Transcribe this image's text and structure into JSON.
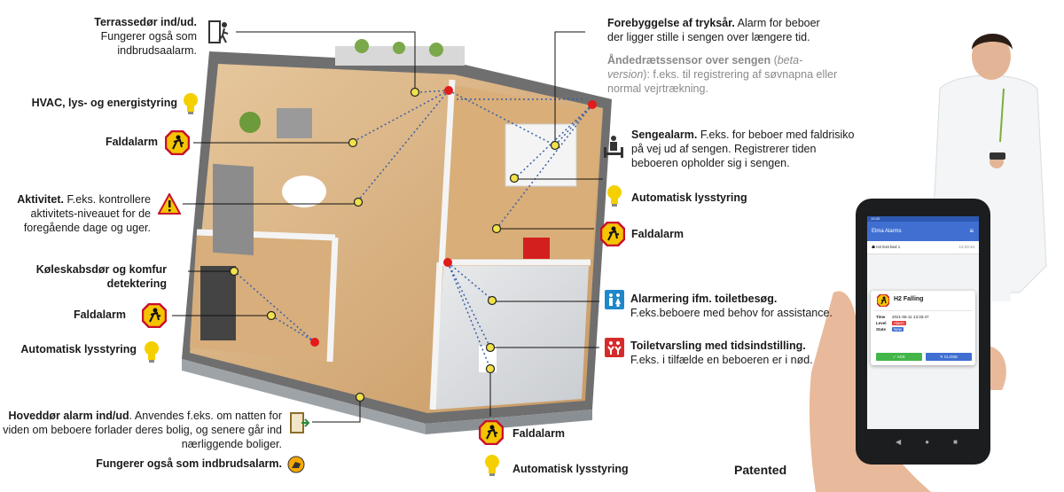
{
  "labels": {
    "terrace_title": "Terrassedør ind/ud.",
    "terrace_desc": "Fungerer også som indbrudsaalarm.",
    "hvac": "HVAC, lys- og energistyring",
    "fall_left": "Faldalarm",
    "activity_title": "Aktivitet.",
    "activity_desc": "F.eks. kontrollere aktivitets-niveauet for de foregående dage og uger.",
    "fridge": "Køleskabsdør og komfur detektering",
    "fall_left2": "Faldalarm",
    "light_left": "Automatisk lysstyring",
    "door_title": "Hoveddør alarm ind/ud",
    "door_desc": ". Anvendes f.eks. om natten for viden om beboere forlader deres bolig, og senere går ind nærliggende boliger.",
    "burglar": "Fungerer også som indbrudsalarm.",
    "pressure_title": "Forebyggelse af tryksår.",
    "pressure_desc": " Alarm for beboer der ligger stille i sengen over længere tid.",
    "breath_title": "Åndedrætssensor over sengen",
    "breath_paren_open": " (",
    "breath_beta": "beta-version",
    "breath_desc": "): f.eks. til registrering af søvnapna eller normal vejrtrækning.",
    "bed_title": "Sengealarm.",
    "bed_desc": " F.eks. for beboer med faldrisiko på vej ud af sengen. Registrerer tiden beboeren opholder sig i sengen.",
    "light_right": "Automatisk lysstyring",
    "fall_right": "Faldalarm",
    "toilet_title": "Alarmering ifm. toiletbesøg.",
    "toilet_desc": "F.eks.beboere med behov for assistance.",
    "timer_title": "Toiletvarsling med tidsindstilling.",
    "timer_desc": "F.eks. i tilfælde en beboeren er i nød.",
    "fall_bottom": "Faldalarm",
    "light_bottom": "Automatisk lysstyring",
    "patented": "Patented"
  },
  "phone": {
    "status_time": "13:33",
    "app_title": "Elma Alarms",
    "menu_icon": "≡",
    "list_item": "H2  Exit bed 1",
    "list_time": "13:33:34",
    "alarm_title": "H2  Falling",
    "time_label": "Time",
    "time_value": "2021-06-11 13:33:47",
    "level_label": "Level",
    "level_value": "Alarm",
    "state_label": "State",
    "state_value": "New",
    "ack": "✓ ACK",
    "close": "✕ CLOSE"
  },
  "colors": {
    "warn_yellow": "#f5c400",
    "sensor_red": "#e21b1b",
    "sensor_yellow": "#f0e24a",
    "toilet_blue": "#1e88c9",
    "timer_red": "#d62b2b",
    "app_blue": "#3f6fd1",
    "alarm_red": "#e53935",
    "ack_green": "#43b649"
  }
}
